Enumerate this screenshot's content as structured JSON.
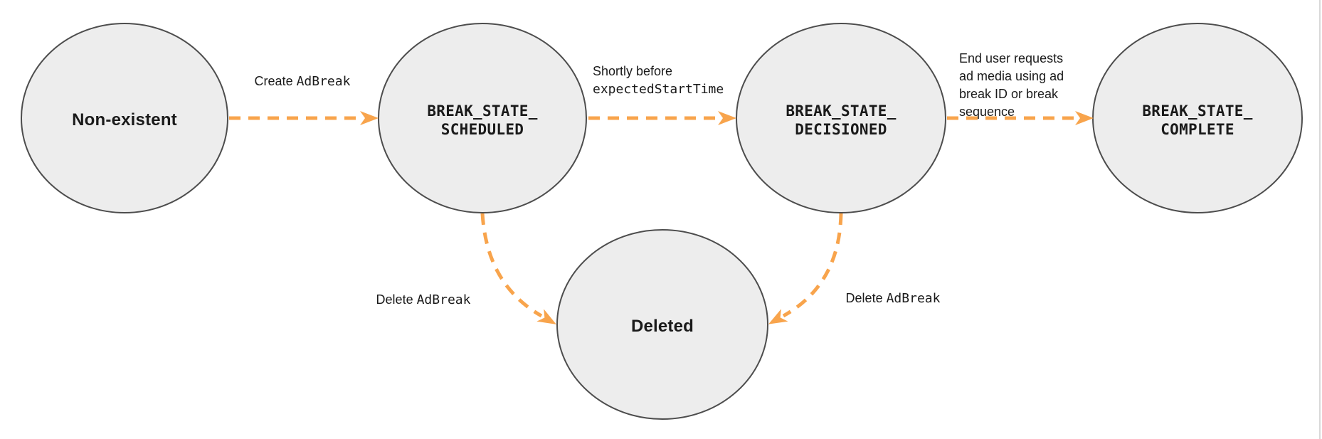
{
  "diagram": {
    "states": [
      {
        "id": "non-existent",
        "label": "Non-existent"
      },
      {
        "id": "break-state-scheduled",
        "line1": "BREAK_STATE_",
        "line2": "SCHEDULED"
      },
      {
        "id": "break-state-decisioned",
        "line1": "BREAK_STATE_",
        "line2": "DECISIONED"
      },
      {
        "id": "break-state-complete",
        "line1": "BREAK_STATE_",
        "line2": "COMPLETE"
      },
      {
        "id": "deleted",
        "label": "Deleted"
      }
    ],
    "transitions": [
      {
        "from": "non-existent",
        "to": "break-state-scheduled",
        "label_plain": "Create ",
        "label_code": "AdBreak"
      },
      {
        "from": "break-state-scheduled",
        "to": "break-state-decisioned",
        "label_plain": "Shortly before",
        "label_code": "expectedStartTime"
      },
      {
        "from": "break-state-decisioned",
        "to": "break-state-complete",
        "label_text": "End user requests\nad media using ad\nbreak ID or break\nsequence"
      },
      {
        "from": "break-state-scheduled",
        "to": "deleted",
        "label_plain": "Delete ",
        "label_code": "AdBreak"
      },
      {
        "from": "break-state-decisioned",
        "to": "deleted",
        "label_plain": "Delete ",
        "label_code": "AdBreak"
      }
    ],
    "colors": {
      "arrow_orange": "#F8A44C",
      "node_fill": "#EDEDED",
      "node_stroke": "#4D4D4D",
      "text": "#1A1A1A",
      "page_edge_line": "#D9D9D9"
    }
  }
}
